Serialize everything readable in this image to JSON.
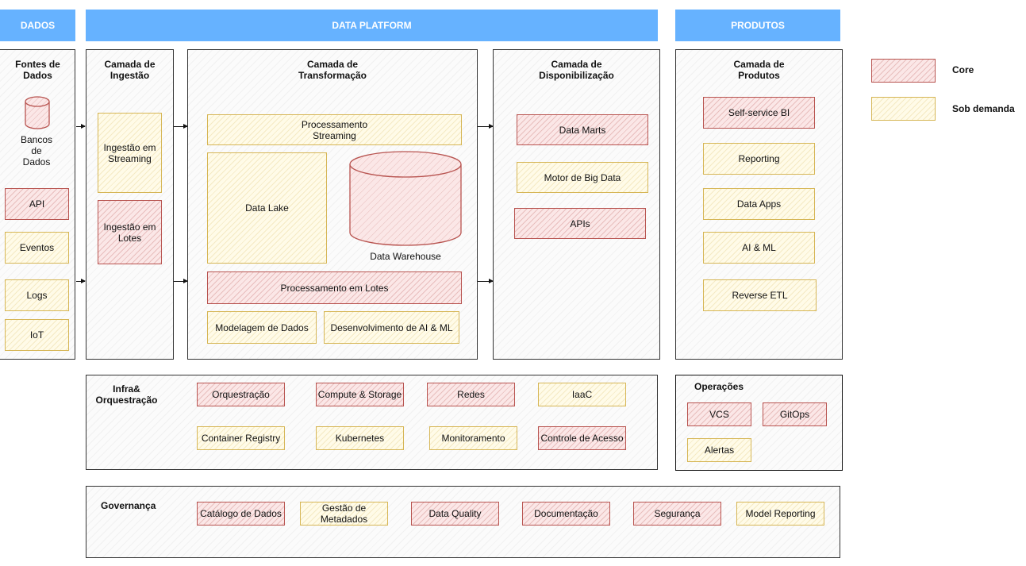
{
  "headers": {
    "dados": "DADOS",
    "platform": "DATA PLATFORM",
    "produtos": "PRODUTOS"
  },
  "fontes": {
    "title": "Fontes de\nDados",
    "db_label": "Bancos\nde\nDados",
    "items": [
      {
        "label": "API",
        "kind": "core"
      },
      {
        "label": "Eventos",
        "kind": "demand"
      },
      {
        "label": "Logs",
        "kind": "demand"
      },
      {
        "label": "IoT",
        "kind": "demand"
      }
    ]
  },
  "ingestao": {
    "title": "Camada de\nIngestão",
    "items": [
      {
        "label": "Ingestão em\nStreaming",
        "kind": "demand"
      },
      {
        "label": "Ingestão em\nLotes",
        "kind": "core"
      }
    ]
  },
  "transformacao": {
    "title": "Camada de\nTransformação",
    "streaming": "Processamento\nStreaming",
    "data_lake": "Data Lake",
    "data_warehouse": "Data Warehouse",
    "lotes": "Processamento em Lotes",
    "modelagem": "Modelagem de Dados",
    "ai_ml": "Desenvolvimento de AI & ML"
  },
  "disponibilizacao": {
    "title": "Camada de\nDisponibilização",
    "items": [
      {
        "label": "Data Marts",
        "kind": "core"
      },
      {
        "label": "Motor de Big Data",
        "kind": "demand"
      },
      {
        "label": "APIs",
        "kind": "core"
      }
    ]
  },
  "produtos": {
    "title": "Camada de\nProdutos",
    "items": [
      {
        "label": "Self-service BI",
        "kind": "core"
      },
      {
        "label": "Reporting",
        "kind": "demand"
      },
      {
        "label": "Data Apps",
        "kind": "demand"
      },
      {
        "label": "AI & ML",
        "kind": "demand"
      },
      {
        "label": "Reverse ETL",
        "kind": "demand"
      }
    ]
  },
  "legend": {
    "core": "Core",
    "demand": "Sob demanda"
  },
  "infra": {
    "title": "Infra&\nOrquestração",
    "items": [
      {
        "label": "Orquestração",
        "kind": "core"
      },
      {
        "label": "Compute & Storage",
        "kind": "core"
      },
      {
        "label": "Redes",
        "kind": "core"
      },
      {
        "label": "IaaC",
        "kind": "demand"
      },
      {
        "label": "Container Registry",
        "kind": "demand"
      },
      {
        "label": "Kubernetes",
        "kind": "demand"
      },
      {
        "label": "Monitoramento",
        "kind": "demand"
      },
      {
        "label": "Controle de Acesso",
        "kind": "core"
      }
    ]
  },
  "operacoes": {
    "title": "Operações",
    "items": [
      {
        "label": "VCS",
        "kind": "core"
      },
      {
        "label": "GitOps",
        "kind": "core"
      },
      {
        "label": "Alertas",
        "kind": "demand"
      }
    ]
  },
  "governanca": {
    "title": "Governança",
    "items": [
      {
        "label": "Catálogo de Dados",
        "kind": "core"
      },
      {
        "label": "Gestão de\nMetadados",
        "kind": "demand"
      },
      {
        "label": "Data Quality",
        "kind": "core"
      },
      {
        "label": "Documentação",
        "kind": "core"
      },
      {
        "label": "Segurança",
        "kind": "core"
      },
      {
        "label": "Model Reporting",
        "kind": "demand"
      }
    ]
  },
  "colors": {
    "header": "#66b2ff",
    "core_stroke": "#b85450",
    "demand_stroke": "#d6b656"
  }
}
